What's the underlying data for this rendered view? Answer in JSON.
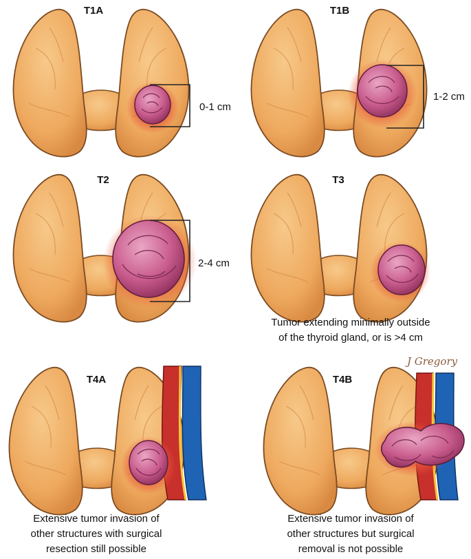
{
  "panels": [
    {
      "id": "t1a",
      "title": "T1A",
      "size_label": "0-1 cm"
    },
    {
      "id": "t1b",
      "title": "T1B",
      "size_label": "1-2 cm"
    },
    {
      "id": "t2",
      "title": "T2",
      "size_label": "2-4 cm"
    },
    {
      "id": "t3",
      "title": "T3",
      "caption": [
        "Tumor extending minimally outside",
        "of the thyroid gland, or is >4 cm"
      ]
    },
    {
      "id": "t4a",
      "title": "T4A",
      "caption": [
        "Extensive tumor invasion of",
        "other structures with surgical",
        "resection still possible"
      ]
    },
    {
      "id": "t4b",
      "title": "T4B",
      "caption": [
        "Extensive tumor invasion of",
        "other structures but surgical",
        "removal is not possible"
      ]
    }
  ],
  "signature": "J Gregory",
  "colors": {
    "thyroid": "#f0b067",
    "thyroid_shade": "#d58a45",
    "tumor": "#c45a88",
    "tumor_light": "#e39abb",
    "halo": "#e8563a",
    "artery": "#c8302c",
    "vein": "#1f63b5",
    "nerve": "#f3c73a"
  }
}
